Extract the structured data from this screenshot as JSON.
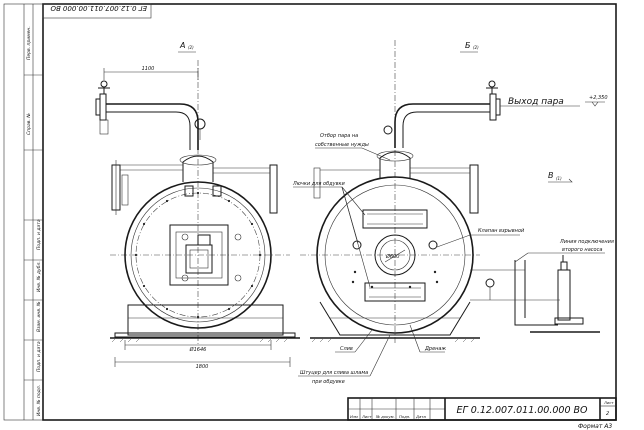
{
  "stamp_top": "ЕГ 0.12.007.011.00.000 ВО",
  "section_marks": {
    "a": "А",
    "a_sub": "(2)",
    "b": "Б",
    "b_sub": "(2)",
    "v": "В",
    "v_sub": "(1)"
  },
  "dimensions": {
    "d1100": "1100",
    "d4646": "Ø1646",
    "d1800": "1800",
    "d4600": "Ø600",
    "elev": "+2,350"
  },
  "labels": {
    "steam_out": "Выход пара",
    "steam_takeoff_1": "Отбор пара на",
    "steam_takeoff_2": "собственные нужды",
    "ladders": "Лючки для обдувки",
    "explosion_valve": "Клапан взрывной",
    "pump_line_1": "Линия подключения",
    "pump_line_2": "второго насоса",
    "drain": "Слив",
    "drain_2": "Дренаж",
    "sludge_1": "Штуцер для слива шлама",
    "sludge_2": "при обдувке"
  },
  "side_columns": [
    "Перв. примен.",
    "Справ. №",
    "Подп. и дата",
    "Инв. № дубл.",
    "Взам. инв. №",
    "Подп. и дата",
    "Инв. № подл."
  ],
  "title_block": {
    "code": "ЕГ 0.12.007.011.00.000 ВО",
    "headers": [
      "Изм",
      "Лист",
      "№ докум.",
      "Подп.",
      "Дата"
    ],
    "sheet_label": "Лист",
    "sheet_number": "2",
    "format": "Формат  А3"
  }
}
